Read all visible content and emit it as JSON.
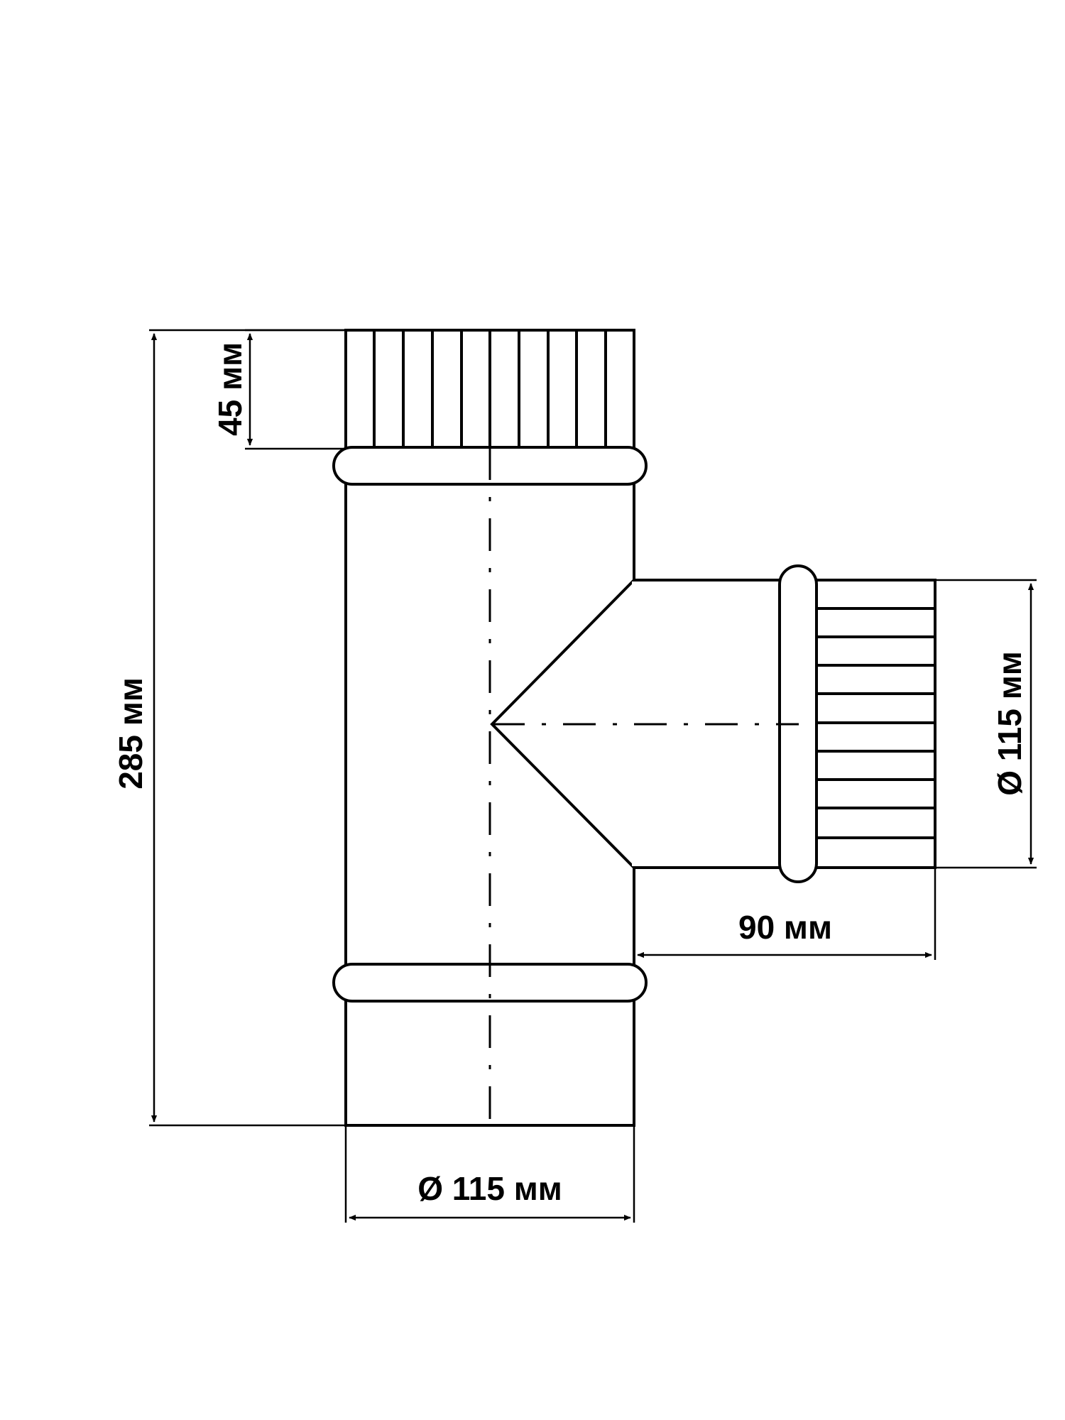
{
  "dimensions": {
    "total_height": "285 мм",
    "collar_height": "45 мм",
    "main_diameter": "Ø 115 мм",
    "branch_diameter": "Ø 115 мм",
    "branch_length": "90 мм"
  },
  "colors": {
    "line": "#000000",
    "background": "#ffffff"
  }
}
